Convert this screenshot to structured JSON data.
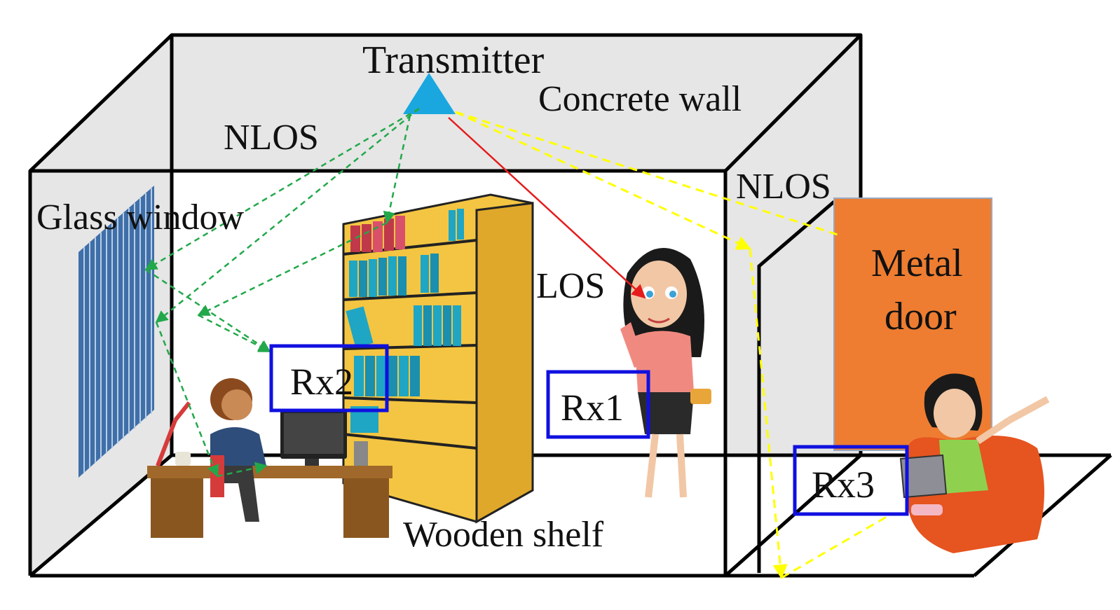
{
  "labels": {
    "transmitter": "Transmitter",
    "concrete_wall": "Concrete wall",
    "nlos_left": "NLOS",
    "nlos_right": "NLOS",
    "glass_window": "Glass window",
    "los": "LOS",
    "metal_door_line1": "Metal",
    "metal_door_line2": "door",
    "wooden_shelf": "Wooden shelf"
  },
  "receivers": [
    {
      "id": "rx1",
      "label": "Rx1"
    },
    {
      "id": "rx2",
      "label": "Rx2"
    },
    {
      "id": "rx3",
      "label": "Rx3"
    }
  ],
  "colors": {
    "wall_fill": "#e6e6e6",
    "transmitter": "#1aa7e0",
    "los_path": "#e51c1c",
    "nlos_green": "#22a84a",
    "nlos_yellow": "#ffff00",
    "receiver_box": "#1010e0",
    "metal_door": "#ee7d31",
    "window": "#3f6fa8",
    "shelf": "#f4c542"
  },
  "icons": {
    "transmitter": "triangle-antenna-icon",
    "person_desk": "person-at-desk-icon",
    "person_phone": "woman-on-phone-icon",
    "person_laptop": "woman-with-laptop-icon",
    "bookshelf": "bookshelf-icon",
    "window": "window-blinds-icon"
  }
}
